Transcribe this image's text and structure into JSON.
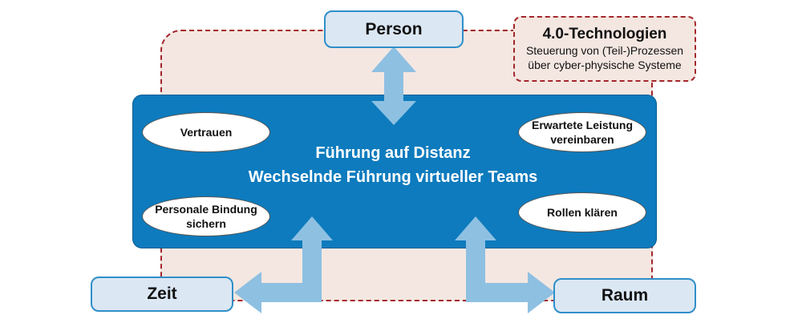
{
  "tech": {
    "title": "4.0-Technologien",
    "line1": "Steuerung von (Teil-)Prozessen",
    "line2": "über cyber-physische Systeme"
  },
  "nodes": {
    "person": "Person",
    "zeit": "Zeit",
    "raum": "Raum"
  },
  "center": {
    "line1": "Führung auf Distanz",
    "line2": "Wechselnde Führung virtueller Teams"
  },
  "ellipses": {
    "vertrauen": "Vertrauen",
    "leistung_line1": "Erwartete Leistung",
    "leistung_line2": "vereinbaren",
    "bindung_line1": "Personale Bindung",
    "bindung_line2": "sichern",
    "rollen": "Rollen klären"
  },
  "colors": {
    "center_blue": "#0d7bbd",
    "arrow_blue": "#8ec0e2",
    "node_fill": "#dbe7f3",
    "dashed_red": "#a3262c",
    "context_fill": "#f4e7e1"
  }
}
